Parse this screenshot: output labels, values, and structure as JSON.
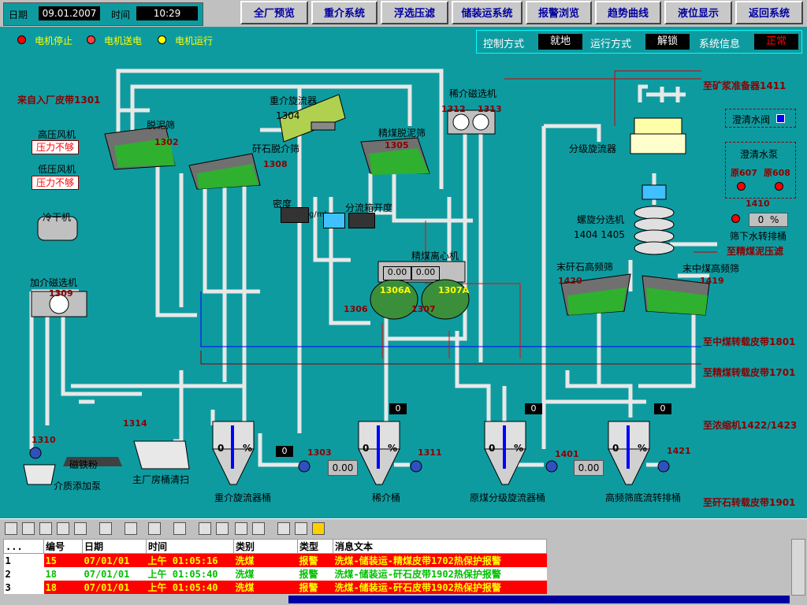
{
  "header": {
    "date_label": "日期",
    "date_value": "09.01.2007",
    "time_label": "时间",
    "time_value": "10:29",
    "nav": [
      "全厂预览",
      "重介系统",
      "浮选压滤",
      "储装运系统",
      "报警浏览",
      "趋势曲线",
      "液位显示",
      "返回系统"
    ]
  },
  "legend": [
    {
      "label": "电机停止",
      "color": "#ff0000"
    },
    {
      "label": "电机送电",
      "color": "#ff0000"
    },
    {
      "label": "电机运行",
      "color": "#ffff00"
    }
  ],
  "control": {
    "mode_label": "控制方式",
    "mode_value": "就地",
    "run_label": "运行方式",
    "run_value": "解锁",
    "info_label": "系统信息",
    "info_value": "正常",
    "colors": {
      "normal_text": "#ff0000",
      "value_text": "#ffffff"
    }
  },
  "left_panel": {
    "source_belt": "来自入厂皮带1301",
    "hp_fan": "高压风机",
    "hp_fan_alarm": "压力不够",
    "lp_fan": "低压风机",
    "lp_fan_alarm": "压力不够",
    "cold_dryer": "冷干机",
    "mag_sep": "加介磁选机",
    "mag_sep_id": "1309",
    "pump_1310": "1310",
    "mag_powder": "磁铁粉",
    "medium_pump": "介质添加泵",
    "pump_1314": "1314",
    "floor_clean": "主厂房桶清扫"
  },
  "process": {
    "desliming": "脱泥筛",
    "id_1302": "1302",
    "dense_cyclone": "重介旋流器",
    "id_1304": "1304",
    "gangue_screen": "矸石脱介筛",
    "id_1308": "1308",
    "clean_coal_screen": "精煤脱泥筛",
    "id_1305": "1305",
    "dilute_mag": "稀介磁选机",
    "id_1312": "1312",
    "id_1313": "1313",
    "density": "密度",
    "density_unit": "g/ml",
    "splitter_level": "分流箱开度",
    "centrifuge": "精煤离心机",
    "cent_v1": "0.00",
    "cent_v2": "0.00",
    "id_1306a": "1306A",
    "id_1307a": "1307A",
    "id_1306": "1306",
    "id_1307": "1307",
    "to_slime": "至矿浆准备器1411",
    "clarify_valve": "澄清水阀",
    "clarify_pump": "澄清水泵",
    "pump_607": "原607",
    "pump_608": "原608",
    "id_1410": "1410",
    "id_1410_val": "0",
    "id_1410_unit": "%",
    "screen_under": "筛下水转排桶",
    "class_cyclone": "分级旋流器",
    "spiral": "螺旋分选机",
    "spiral_ids": "1404 1405",
    "to_fine_coal": "至精煤泥压滤",
    "fine_gangue_screen": "末矸石高频筛",
    "id_1420": "1420",
    "mid_coal_screen": "末中煤高频筛",
    "id_1419": "1419",
    "to_mid_belt": "至中煤转载皮带1801",
    "to_clean_belt": "至精煤转载皮带1701",
    "to_concentrator": "至浓缩机1422/1423",
    "to_gangue_belt": "至矸石转载皮带1901"
  },
  "tanks": [
    {
      "name": "重介旋流器桶",
      "level": "0",
      "unit": "%",
      "valve": "0",
      "pump": "1303",
      "pump_val": "0.00"
    },
    {
      "name": "稀介桶",
      "level": "0",
      "unit": "%",
      "valve": "0",
      "pump": "1311",
      "pump_val": ""
    },
    {
      "name": "原煤分级旋流器桶",
      "level": "0",
      "unit": "%",
      "valve": "0",
      "pump": "1401",
      "pump_val": "0.00"
    },
    {
      "name": "高频筛底流转排桶",
      "level": "0",
      "unit": "%",
      "valve": "0",
      "pump": "1421",
      "pump_val": ""
    }
  ],
  "alarms": {
    "headers": [
      "...",
      "编号",
      "日期",
      "时间",
      "类别",
      "类型",
      "消息文本"
    ],
    "rows": [
      {
        "n": "1",
        "id": "15",
        "date": "07/01/01",
        "time": "上午 01:05:16",
        "cat": "洗煤",
        "type": "报警",
        "msg": "洗煤-储装运-精煤皮带1702热保护报警"
      },
      {
        "n": "2",
        "id": "18",
        "date": "07/01/01",
        "time": "上午 01:05:40",
        "cat": "洗煤",
        "type": "报警",
        "msg": "洗煤-储装运-矸石皮带1902热保护报警"
      },
      {
        "n": "3",
        "id": "18",
        "date": "07/01/01",
        "time": "上午 01:05:40",
        "cat": "洗煤",
        "type": "报警",
        "msg": "洗煤-储装运-矸石皮带1902热保护报警"
      }
    ]
  }
}
